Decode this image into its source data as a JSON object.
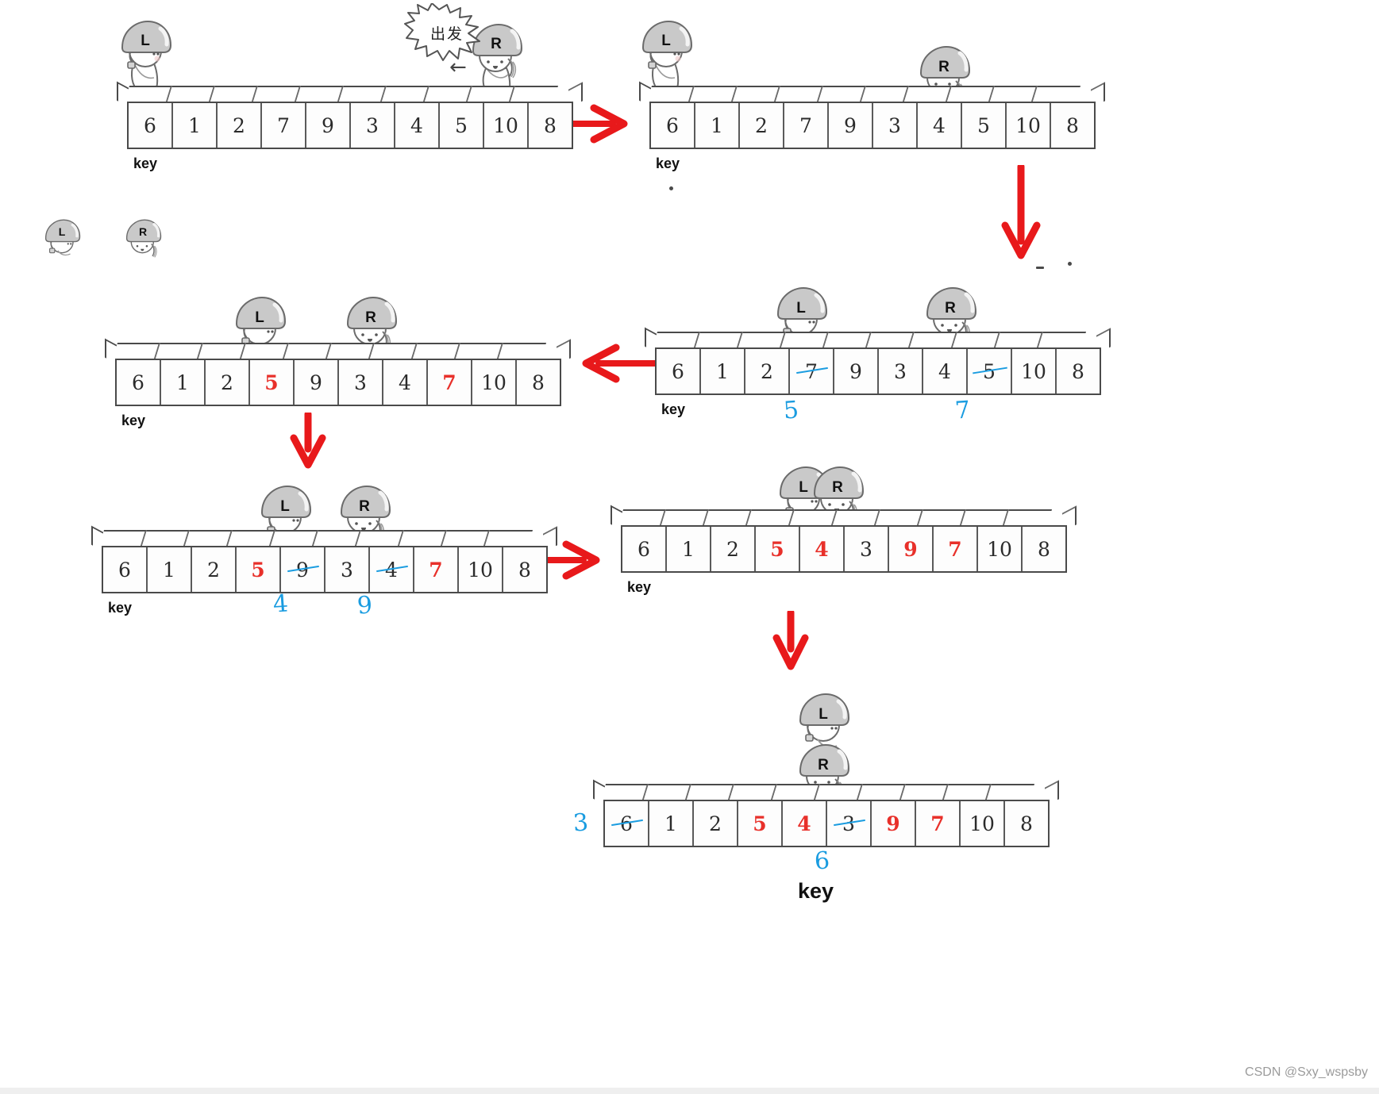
{
  "meta": {
    "title": "Quicksort Hoare partition walkthrough",
    "watermark": "CSDN @Sxy_wspsby",
    "colors": {
      "red_value": "#e8302a",
      "blue_ink": "#1a9ce0",
      "arrow_red": "#e8191b",
      "cell_border": "#4a4a4a"
    }
  },
  "labels": {
    "key": "key",
    "key_bottom": "key",
    "pointer_left": "L",
    "pointer_right": "R",
    "depart_bubble": "出发",
    "bubble_arrow": "←"
  },
  "panels": [
    {
      "id": "panel-1",
      "name": "initial-state",
      "values": [
        "6",
        "1",
        "2",
        "7",
        "9",
        "3",
        "4",
        "5",
        "10",
        "8"
      ],
      "red_indices": [],
      "key_label": "key",
      "pointer_left_index": 0,
      "pointer_right_index": 9,
      "bubble": "出发",
      "bubble_arrow": "←",
      "blue_strikes": [],
      "blue_notes": []
    },
    {
      "id": "panel-2",
      "name": "r-moves-left",
      "values": [
        "6",
        "1",
        "2",
        "7",
        "9",
        "3",
        "4",
        "5",
        "10",
        "8"
      ],
      "red_indices": [],
      "key_label": "key",
      "pointer_left_index": 0,
      "pointer_right_index": 7,
      "blue_strikes": [],
      "blue_notes": []
    },
    {
      "id": "panel-3",
      "name": "first-swap-marked",
      "values": [
        "6",
        "1",
        "2",
        "7",
        "9",
        "3",
        "4",
        "5",
        "10",
        "8"
      ],
      "red_indices": [],
      "key_label": "key",
      "pointer_left_index": 3,
      "pointer_right_index": 7,
      "blue_strikes": [
        3,
        7
      ],
      "blue_notes": [
        {
          "index": 3,
          "text": "5"
        },
        {
          "index": 7,
          "text": "7"
        }
      ]
    },
    {
      "id": "panel-4",
      "name": "after-first-swap",
      "values": [
        "6",
        "1",
        "2",
        "5",
        "9",
        "3",
        "4",
        "7",
        "10",
        "8"
      ],
      "red_indices": [
        3,
        7
      ],
      "key_label": "key",
      "pointer_left_index": 3,
      "pointer_right_index": 6,
      "blue_strikes": [],
      "blue_notes": []
    },
    {
      "id": "panel-5",
      "name": "second-swap-marked",
      "values": [
        "6",
        "1",
        "2",
        "5",
        "9",
        "3",
        "4",
        "7",
        "10",
        "8"
      ],
      "red_indices": [
        3,
        7
      ],
      "key_label": "key",
      "pointer_left_index": 4,
      "pointer_right_index": 6,
      "blue_strikes": [
        4,
        6
      ],
      "blue_notes": [
        {
          "index": 4,
          "text": "4"
        },
        {
          "index": 6,
          "text": "9"
        }
      ]
    },
    {
      "id": "panel-6",
      "name": "after-second-swap",
      "values": [
        "6",
        "1",
        "2",
        "5",
        "4",
        "3",
        "9",
        "7",
        "10",
        "8"
      ],
      "red_indices": [
        3,
        4,
        6,
        7
      ],
      "key_label": "key",
      "pointer_left_index": 5,
      "pointer_right_index": 5,
      "blue_strikes": [],
      "blue_notes": []
    },
    {
      "id": "panel-7",
      "name": "final-key-swap",
      "values": [
        "6",
        "1",
        "2",
        "5",
        "4",
        "3",
        "9",
        "7",
        "10",
        "8"
      ],
      "red_indices": [
        3,
        4,
        6
      ],
      "key_label": "key",
      "pointer_left_index": 5,
      "pointer_right_index": 5,
      "blue_strikes": [
        0,
        5
      ],
      "blue_notes": [
        {
          "index": -1,
          "text": "3"
        },
        {
          "index": 5,
          "text": "6"
        }
      ],
      "bottom_key_label": "key"
    }
  ],
  "idle_pointers": {
    "name": "resting-soldiers",
    "left": "L",
    "right": "R"
  }
}
